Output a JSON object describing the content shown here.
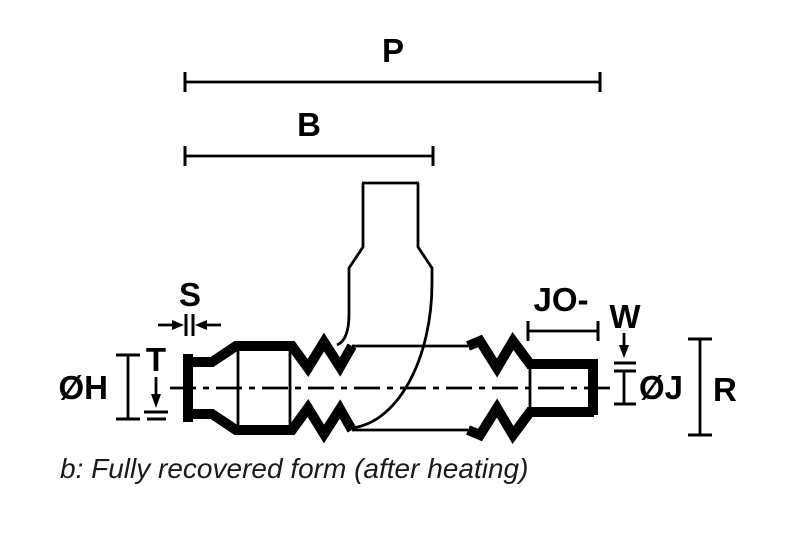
{
  "figure": {
    "caption": "b: Fully recovered form (after heating)",
    "labels": {
      "p": "P",
      "b": "B",
      "s": "S",
      "oh": "ØH",
      "t": "T",
      "jo": "JO-",
      "w": "W",
      "oj": "ØJ",
      "r": "R"
    },
    "colors": {
      "ink": "#000000",
      "caption_ink": "#1a1a1a",
      "background": "#ffffff"
    }
  }
}
